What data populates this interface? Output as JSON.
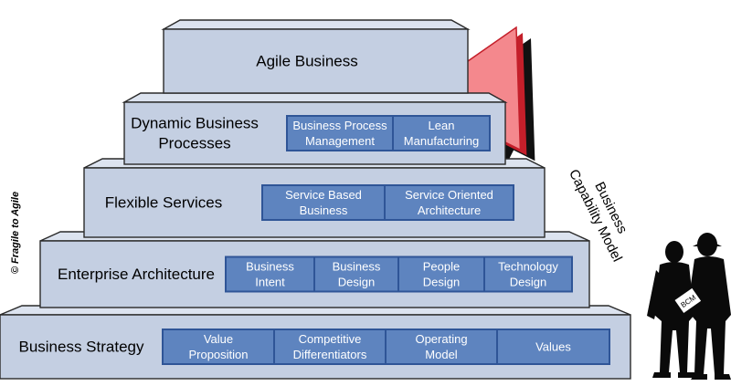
{
  "diagram": {
    "levels": [
      {
        "name": "agile-business",
        "label_lines": [
          "Agile Business"
        ],
        "boxes": []
      },
      {
        "name": "dynamic-business-processes",
        "label_lines": [
          "Dynamic Business",
          "Processes"
        ],
        "boxes": [
          {
            "lines": [
              "Business Process",
              "Management"
            ]
          },
          {
            "lines": [
              "Lean",
              "Manufacturing"
            ]
          }
        ]
      },
      {
        "name": "flexible-services",
        "label_lines": [
          "Flexible Services"
        ],
        "boxes": [
          {
            "lines": [
              "Service Based",
              "Business"
            ]
          },
          {
            "lines": [
              "Service Oriented",
              "Architecture"
            ]
          }
        ]
      },
      {
        "name": "enterprise-architecture",
        "label_lines": [
          "Enterprise Architecture"
        ],
        "boxes": [
          {
            "lines": [
              "Business",
              "Intent"
            ]
          },
          {
            "lines": [
              "Business",
              "Design"
            ]
          },
          {
            "lines": [
              "People",
              "Design"
            ]
          },
          {
            "lines": [
              "Technology",
              "Design"
            ]
          }
        ]
      },
      {
        "name": "business-strategy",
        "label_lines": [
          "Business Strategy"
        ],
        "boxes": [
          {
            "lines": [
              "Value",
              "Proposition"
            ]
          },
          {
            "lines": [
              "Competitive",
              "Differentiators"
            ]
          },
          {
            "lines": [
              "Operating",
              "Model"
            ]
          },
          {
            "lines": [
              "Values"
            ]
          }
        ]
      }
    ],
    "arrow_label_lines": [
      "Business",
      "Capability Model"
    ],
    "copyright": "© Fragile to Agile",
    "figures_badge": "BCM",
    "colors": {
      "step_face": "#c4cfe2",
      "step_top": "#dce3ef",
      "step_border": "#2a2a2a",
      "cell_fill": "#5e84bf",
      "cell_border": "#2f5597",
      "arrow_fill": "#f4888d",
      "arrow_dark": "#c41f2a",
      "arrow_shadow": "#111111",
      "silhouette": "#0a0a0a"
    }
  }
}
